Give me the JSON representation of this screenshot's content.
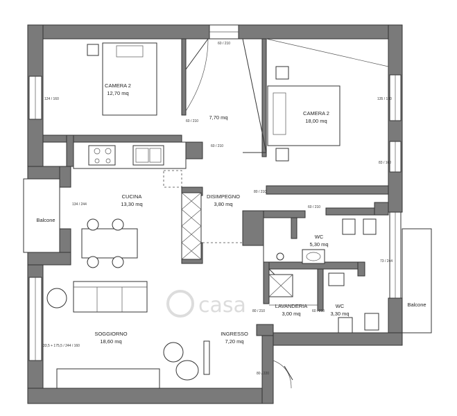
{
  "rooms": {
    "camera_left": {
      "name": "CAMERA 2",
      "area": "12,70 mq"
    },
    "corridor_top": {
      "area": "7,70 mq"
    },
    "camera_right": {
      "name": "CAMERA 2",
      "area": "18,00 mq"
    },
    "cucina": {
      "name": "CUCINA",
      "area": "13,30 mq"
    },
    "disimpegno": {
      "name": "DISIMPEGNO",
      "area": "3,80 mq"
    },
    "balcone_left": {
      "name": "Balcone"
    },
    "wc_top": {
      "name": "WC",
      "area": "5,30 mq"
    },
    "lavanderia": {
      "name": "LAVANDERIA",
      "area": "3,00 mq"
    },
    "wc_bottom": {
      "name": "WC",
      "area": "3,30 mq"
    },
    "balcone_right": {
      "name": "Balcone"
    },
    "soggiorno": {
      "name": "SOGGIORNO",
      "area": "18,60 mq"
    },
    "ingresso": {
      "name": "INGRESSO",
      "area": "7,20 mq"
    }
  },
  "dimensions": {
    "win_left_top": "124 / 160",
    "win_right_top": "135 / 160",
    "win_right_mid": "83 / 160",
    "door_top_center": "60 / 210",
    "door_left_bedroom": "60 / 210",
    "door_disimpegno": "80 / 210",
    "door_corr_vert": "60 / 210",
    "door_wc": "60 / 210",
    "win_cucina": "134 / 244",
    "win_balcone_right": "73 / 244",
    "door_lav_left": "80 / 210",
    "door_lav_right": "60 / 210",
    "win_soggiorno": "33,5 + 175,5 / 244 / 160",
    "door_entry": "80 / 220"
  },
  "watermark": "casa"
}
